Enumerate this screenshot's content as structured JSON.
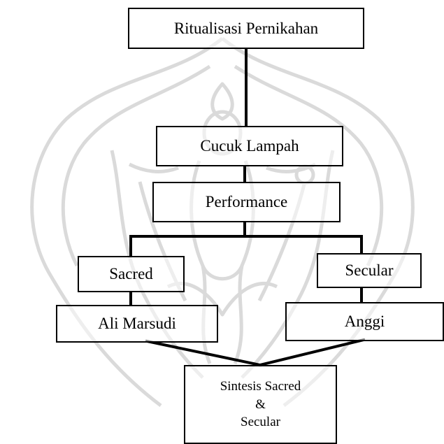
{
  "diagram": {
    "nodes": {
      "root": "Ritualisasi Pernikahan",
      "cucuk_lampah": "Cucuk Lampah",
      "performance": "Performance",
      "sacred": "Sacred",
      "secular": "Secular",
      "ali_marsudi": "Ali Marsudi",
      "anggi": "Anggi",
      "sintesis": [
        "Sintesis Sacred",
        "&",
        "Secular"
      ]
    }
  },
  "colors": {
    "line": "#000000",
    "watermark": "#d8d8d8",
    "background": "#ffffff"
  }
}
